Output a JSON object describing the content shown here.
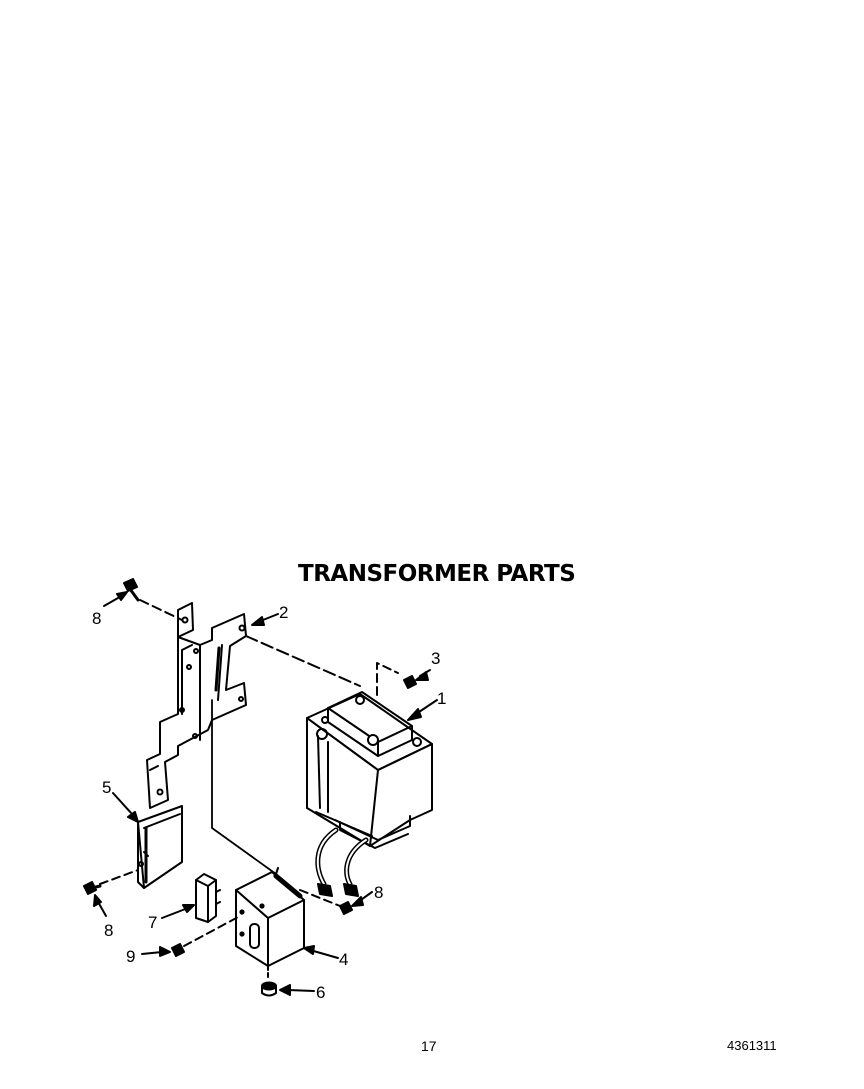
{
  "page": {
    "title": "TRANSFORMER PARTS",
    "page_number": "17",
    "document_number": "4361311"
  },
  "callouts": [
    {
      "id": "c8a",
      "label": "8"
    },
    {
      "id": "c2",
      "label": "2"
    },
    {
      "id": "c3",
      "label": "3"
    },
    {
      "id": "c1",
      "label": "1"
    },
    {
      "id": "c5",
      "label": "5"
    },
    {
      "id": "c8b",
      "label": "8"
    },
    {
      "id": "c7",
      "label": "7"
    },
    {
      "id": "c9",
      "label": "9"
    },
    {
      "id": "c8c",
      "label": "8"
    },
    {
      "id": "c4",
      "label": "4"
    },
    {
      "id": "c6",
      "label": "6"
    }
  ]
}
